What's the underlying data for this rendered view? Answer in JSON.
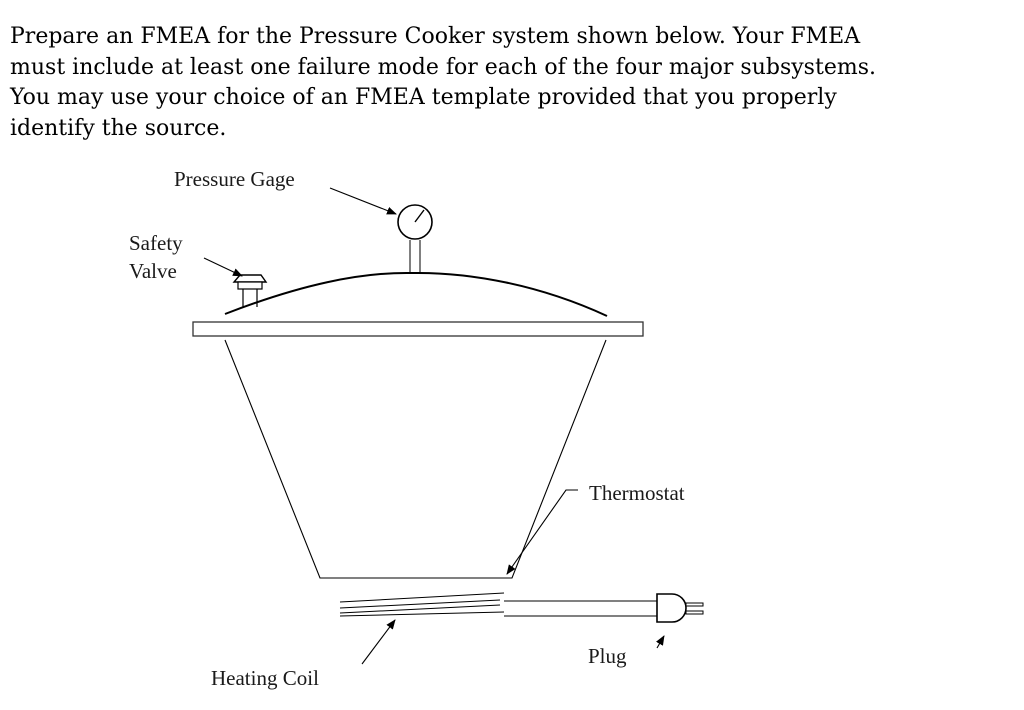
{
  "prompt": {
    "lines": [
      "Prepare an FMEA for the Pressure Cooker system shown below. Your FMEA",
      "must include at least one failure mode for each of the four major subsystems.",
      "You may use your choice of an FMEA template provided that you properly",
      "identify the source."
    ]
  },
  "diagram": {
    "labels": {
      "pressure_gage": "Pressure Gage",
      "safety_valve_line1": "Safety",
      "safety_valve_line2": "Valve",
      "thermostat": "Thermostat",
      "plug": "Plug",
      "heating_coil": "Heating Coil"
    }
  }
}
